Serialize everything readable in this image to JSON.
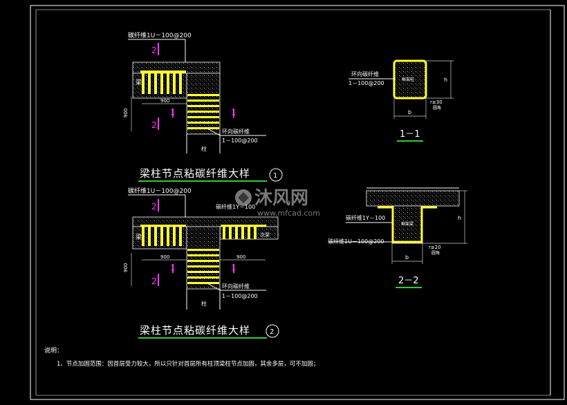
{
  "detail1": {
    "title": "梁柱节点粘碳纤维大样",
    "number": "1",
    "top_label": "碳纤维1U－100@200",
    "beam_label": "梁",
    "column_label": "柱",
    "dim_900_h": "900",
    "dim_900_v": "900",
    "ring_label": "环向碳纤维",
    "ring_spec": "1－100@200",
    "sec_mark_top": "2",
    "sec_mark_bottom": "2",
    "sec_mark_right_a": "1",
    "sec_mark_right_b": "1"
  },
  "detail2": {
    "title": "梁柱节点粘碳纤维大样",
    "number": "2",
    "top_label": "碳纤维1U－100@200",
    "mid_label": "碳纤维1Y－100",
    "beam_label": "梁",
    "right_beam_label": "次梁",
    "column_label": "柱",
    "dim_left": "900",
    "dim_right": "900",
    "dim_v": "900",
    "ring_label": "环向碳纤维",
    "ring_spec": "1－100@200",
    "sec_mark_top": "2",
    "sec_mark_bottom": "2",
    "sec_mark_right_a": "1",
    "sec_mark_right_b": "1"
  },
  "section11": {
    "title": "1－1",
    "ring_label": "环向碳纤维",
    "ring_spec": "1－100@200",
    "inner_label": "框架柱",
    "dim_b": "b",
    "dim_h": "h",
    "radius": "r≥30",
    "radius_note": "圆角"
  },
  "section22": {
    "title": "2－2",
    "label_top": "碳纤维1Y－100",
    "label_bottom": "碳纤维1U－100@200",
    "inner_label": "框架梁",
    "dim_b": "b",
    "dim_h": "h",
    "radius": "r≥20",
    "radius_note": "圆角"
  },
  "notes": {
    "heading": "说明：",
    "item1": "1、节点加固范围：因首层受力较大，所以只针对首层所有柱顶梁柱节点加固，其余多层，可不加固；"
  },
  "watermark": {
    "brand": "沐风网",
    "url": "www.mfcad.com"
  }
}
